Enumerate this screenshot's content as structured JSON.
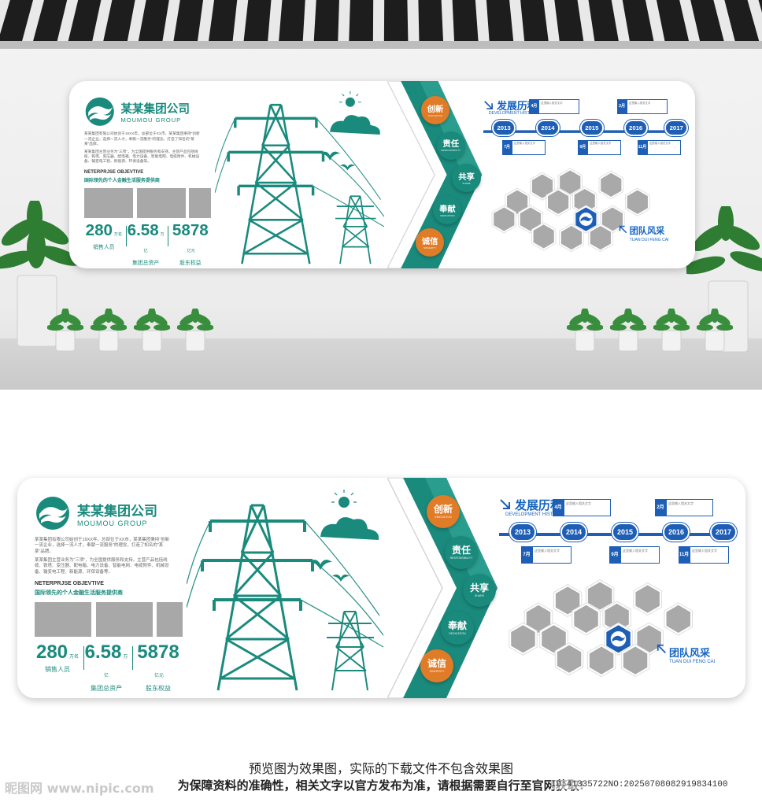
{
  "company": {
    "name": "某某集团公司",
    "name_en": "MOUMOU GROUP",
    "intro_1": "某某集团有限公司始创于19XX年。总部位于XX市，某某集团秉持“创新一流企业，选择一流人才，奉献一流服务”的理念，打造了知名的“某某”品牌。",
    "intro_2": "某某集团主营业务为“三项”，为全国提供服务和支持。主营产品包括线缆、铁塔、变压器、配电箱、电力设备、智能电网、电缆附件、机械设备、输变电工程、新能源、环保设备等。"
  },
  "objective": {
    "title": "NETERPRJSE OBJEVTIVE",
    "subtitle": "国际领先的个人金融生活服务提供商"
  },
  "stats": [
    {
      "value": "280",
      "unit": "万名",
      "label": "销售人员"
    },
    {
      "value": "6.58",
      "unit": "万亿",
      "label": "集团总资产"
    },
    {
      "value": "5878",
      "unit": "亿元",
      "label": "股东权益"
    }
  ],
  "values": [
    {
      "cn": "创新",
      "en": "INNOVATION",
      "color": "#e07b27"
    },
    {
      "cn": "责任",
      "en": "RESPONSIBILITY",
      "color": "#1a8a7d"
    },
    {
      "cn": "共享",
      "en": "SHARE",
      "color": "#1a8a7d"
    },
    {
      "cn": "奉献",
      "en": "DEDICATION",
      "color": "#1a8a7d"
    },
    {
      "cn": "诚信",
      "en": "SINCERITY",
      "color": "#e07b27"
    }
  ],
  "history": {
    "title": "发展历程",
    "subtitle": "DEVELOPMENT HISTORY",
    "years": [
      "2013",
      "2014",
      "2015",
      "2016",
      "2017"
    ],
    "months_top": [
      "4月",
      "2月"
    ],
    "months_bottom": [
      "7月",
      "9月",
      "11月"
    ],
    "note_text": "这里输入相关文字"
  },
  "team": {
    "title": "团队风采",
    "subtitle": "TUAN DUI FENG CAI"
  },
  "caption": {
    "line1": "预览图为效果图，实际的下载文件不包含效果图",
    "line2": "为保障资料的准确性，相关文字以官方发布为准，请根据需要自行至官网获取!",
    "watermark": "昵图网  www.nipic.com",
    "image_id": "ID:41335722NO:20250708082919834100"
  },
  "colors": {
    "teal": "#1a8a7d",
    "orange": "#e07b27",
    "blue": "#1e5fb5"
  }
}
